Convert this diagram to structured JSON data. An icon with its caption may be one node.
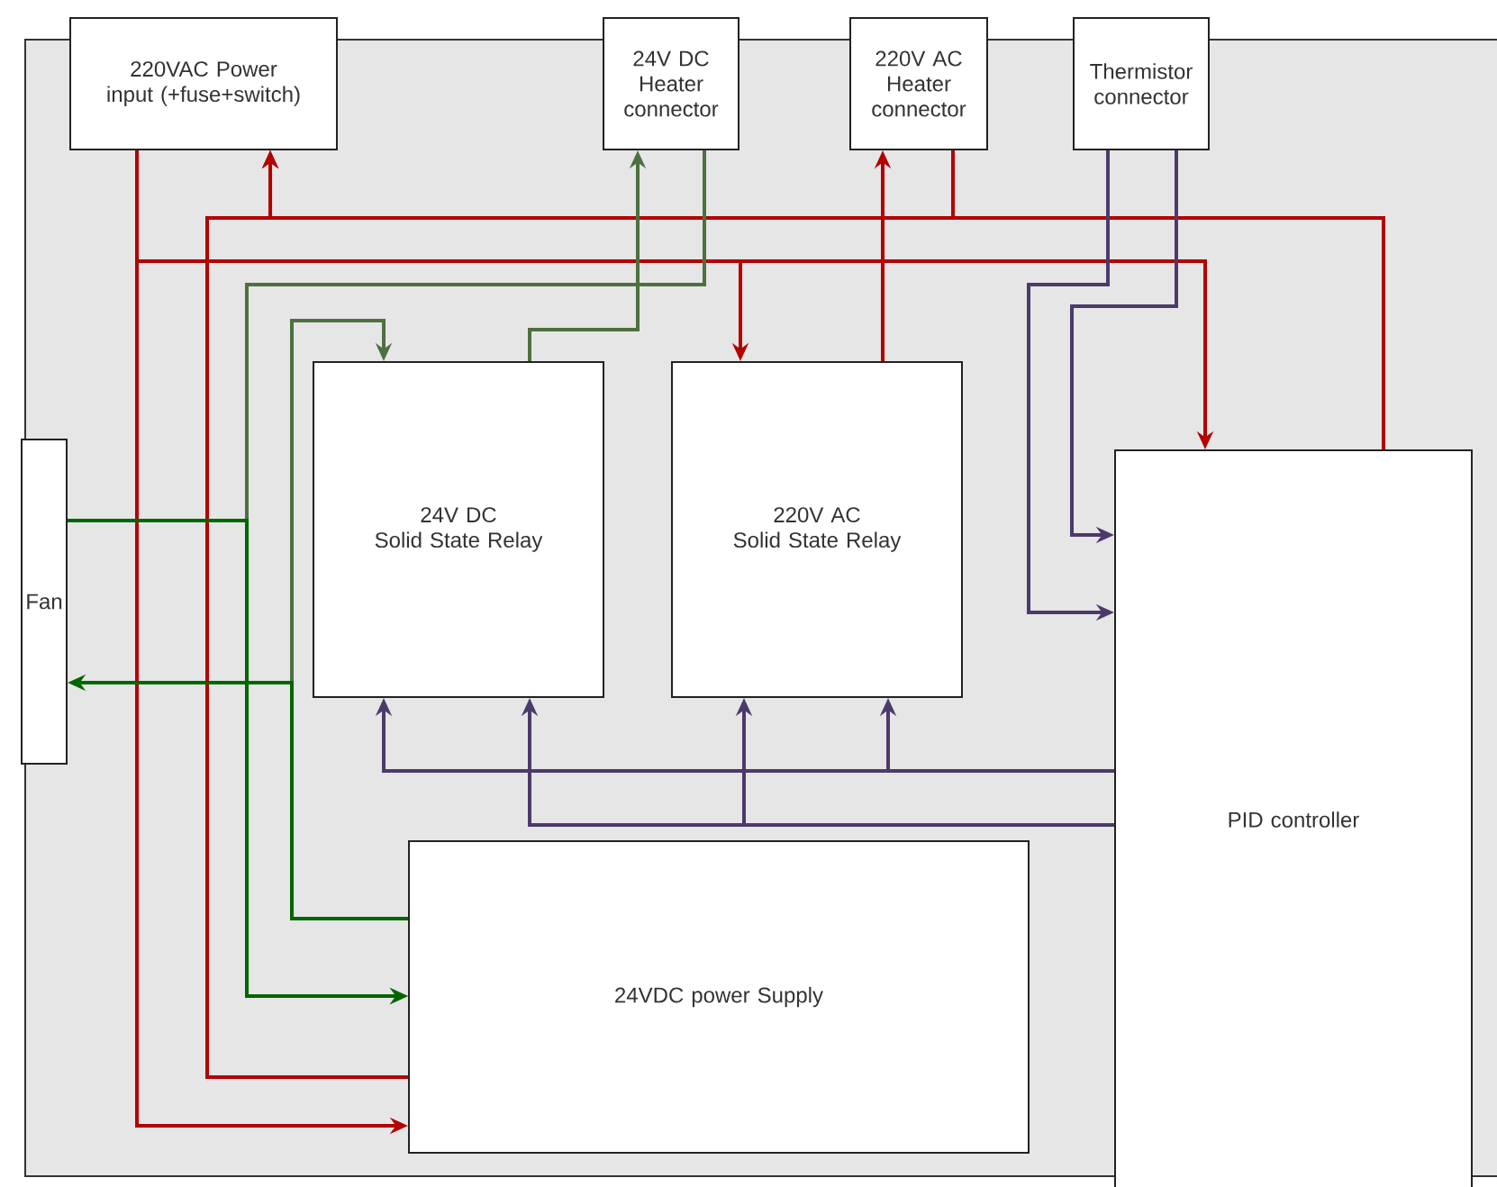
{
  "diagram": {
    "nodes": [
      {
        "text": [
          "220VAC Power input (+fuse+switch)"
        ]
      },
      {
        "text": [
          "24V DC Heater connector"
        ]
      },
      {
        "text": [
          "220V AC Heater connector"
        ]
      },
      {
        "text": [
          "Thermistor connector"
        ]
      },
      {
        "text": [
          "Fan"
        ]
      },
      {
        "text": [
          "24V DC",
          "Solid State Relay"
        ]
      },
      {
        "text": [
          "220V AC",
          "Solid State Relay"
        ]
      },
      {
        "text": [
          "PID controller"
        ]
      },
      {
        "text": [
          "24VDC power Supply"
        ]
      }
    ],
    "edges": [
      {
        "from": 0,
        "to": 7,
        "arrow": "to"
      },
      {
        "from": 0,
        "to": 6,
        "arrow": "to"
      },
      {
        "from": 0,
        "to": 8,
        "arrow": "to"
      },
      {
        "from": 8,
        "to": 0,
        "arrow": "to"
      },
      {
        "from": 2,
        "to": 0,
        "arrow": "to"
      },
      {
        "from": 7,
        "to": 0,
        "arrow": "to"
      },
      {
        "from": 6,
        "to": 2,
        "arrow": "to"
      },
      {
        "from": 1,
        "to": 8,
        "arrow": "to",
        "color": "#4d7040"
      },
      {
        "from": 4,
        "to": 8,
        "arrow": "to",
        "color": "#006600"
      },
      {
        "from": 5,
        "to": 1,
        "arrow": "to",
        "color": "#4d7040"
      },
      {
        "from": 8,
        "to": 5,
        "arrow": "to",
        "color": "#4d7040"
      },
      {
        "from": 8,
        "to": 4,
        "arrow": "to",
        "color": "#006600"
      },
      {
        "from": 3,
        "to": 7,
        "arrow": "to",
        "color": "#4c3a6b"
      },
      {
        "from": 3,
        "to": 7,
        "arrow": "to",
        "color": "#4c3a6b"
      },
      {
        "from": 7,
        "to": 5,
        "arrow": "to",
        "color": "#4c3a6b"
      },
      {
        "from": 7,
        "to": 6,
        "arrow": "to",
        "color": "#4c3a6b"
      },
      {
        "from": 7,
        "to": 5,
        "arrow": "to",
        "color": "#4c3a6b"
      },
      {
        "from": 7,
        "to": 6,
        "arrow": "to",
        "color": "#4c3a6b"
      }
    ]
  }
}
